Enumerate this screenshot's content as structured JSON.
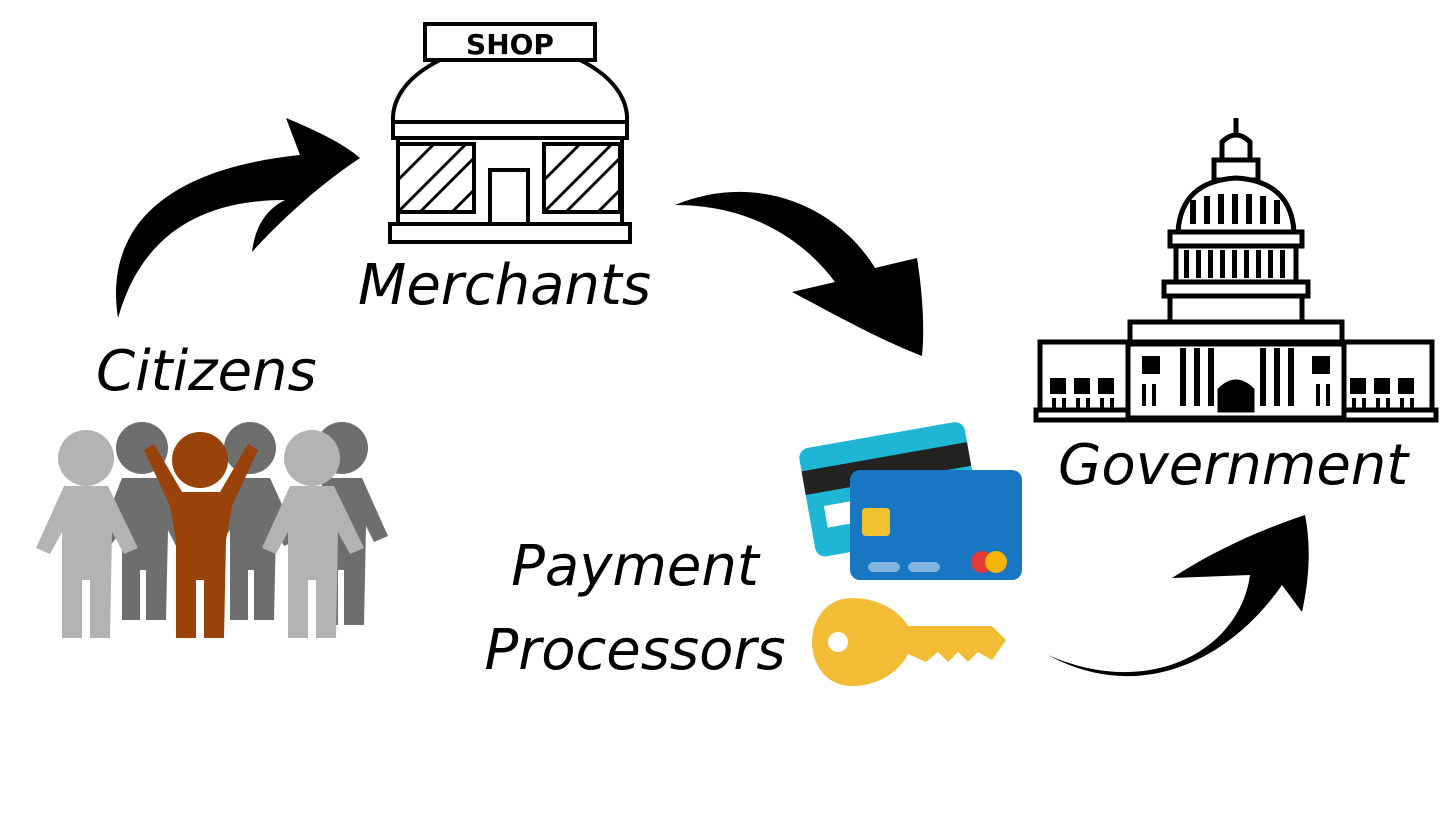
{
  "shop_sign": "SHOP",
  "labels": {
    "citizens": "Citizens",
    "merchants": "Merchants",
    "government": "Government",
    "payment_line1": "Payment",
    "payment_line2": "Processors"
  },
  "colors": {
    "crowd_light": "#b3b3b3",
    "crowd_dark": "#6e6e6e",
    "crowd_highlight": "#99420a",
    "card_back": "#1fb6d6",
    "card_front": "#1976c2",
    "chip": "#f2c230",
    "key": "#f2bd35"
  },
  "icons": [
    "shop-icon",
    "capitol-building-icon",
    "crowd-icon",
    "credit-cards-icon",
    "key-icon"
  ]
}
